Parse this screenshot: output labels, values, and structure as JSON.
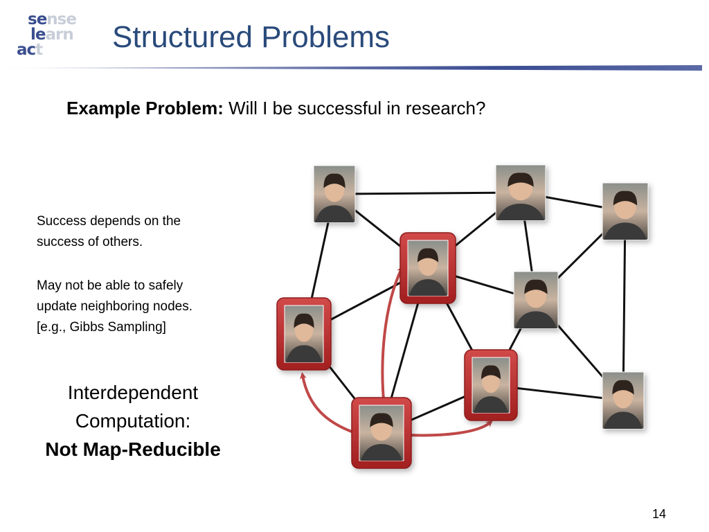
{
  "logo": {
    "line1": {
      "strong": "se",
      "light": "nse"
    },
    "line2": {
      "strong": "le",
      "light": "arn"
    },
    "line3": {
      "strong": "ac",
      "light": "t"
    }
  },
  "title": "Structured Problems",
  "example": {
    "label": "Example Problem:",
    "text": " Will I be successful in research?"
  },
  "left_text": {
    "p1": [
      "Success depends on the",
      "success of others."
    ],
    "p2": [
      "May not be able to safely",
      "update neighboring nodes.",
      "[e.g., Gibbs Sampling]"
    ]
  },
  "interdependent": {
    "line1": "Interdependent",
    "line2": "Computation:",
    "line3": "Not Map-Reducible"
  },
  "page_number": "14",
  "colors": {
    "title": "#294a7b",
    "logo_strong": "#3b4f8f",
    "logo_light": "#c8ced8",
    "highlight": "#b92b2b",
    "arrow": "#c04848",
    "edge": "#111111"
  },
  "graph": {
    "nodes": [
      {
        "id": "n1",
        "highlighted": false
      },
      {
        "id": "n2",
        "highlighted": false
      },
      {
        "id": "n3",
        "highlighted": false
      },
      {
        "id": "n4",
        "highlighted": true
      },
      {
        "id": "n5",
        "highlighted": false
      },
      {
        "id": "n6",
        "highlighted": true
      },
      {
        "id": "n7",
        "highlighted": true
      },
      {
        "id": "n8",
        "highlighted": false
      },
      {
        "id": "n9",
        "highlighted": true
      }
    ],
    "edges": [
      [
        "n1",
        "n2"
      ],
      [
        "n1",
        "n4"
      ],
      [
        "n1",
        "n6"
      ],
      [
        "n2",
        "n3"
      ],
      [
        "n2",
        "n4"
      ],
      [
        "n2",
        "n5"
      ],
      [
        "n3",
        "n5"
      ],
      [
        "n3",
        "n8"
      ],
      [
        "n4",
        "n5"
      ],
      [
        "n4",
        "n6"
      ],
      [
        "n4",
        "n9"
      ],
      [
        "n4",
        "n7"
      ],
      [
        "n5",
        "n7"
      ],
      [
        "n6",
        "n9"
      ],
      [
        "n7",
        "n8"
      ],
      [
        "n7",
        "n9"
      ],
      [
        "n5",
        "n8"
      ]
    ],
    "arrows": [
      [
        "n9",
        "n6"
      ],
      [
        "n9",
        "n4"
      ],
      [
        "n9",
        "n7"
      ]
    ]
  }
}
